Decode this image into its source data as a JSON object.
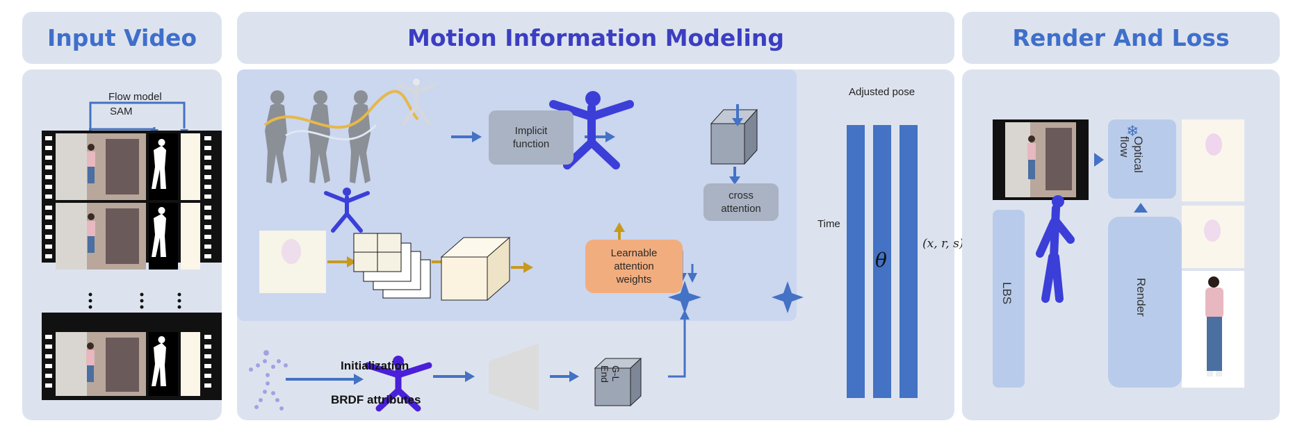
{
  "headers": {
    "input": "Input Video",
    "motion": "Motion Information Modeling",
    "render": "Render And Loss"
  },
  "input_panel": {
    "flow_model": "Flow model",
    "sam": "SAM"
  },
  "motion_panel": {
    "implicit_function": "Implicit\nfunction",
    "cross_attention": "cross\nattention",
    "learnable_weights": "Learnable\nattention\nweights",
    "initialization": "Initialization",
    "brdf": "BRDF attributes",
    "gl_end": "G-L\nEnd"
  },
  "middle": {
    "adjusted_pose": "Adjusted pose",
    "time": "Time",
    "theta": "θ",
    "params": "(x, r, s)"
  },
  "render_panel": {
    "optical_flow": "Optical\nflow",
    "lbs": "LBS",
    "render": "Render"
  },
  "colors": {
    "panel_bg": "#dde3ee",
    "subpanel_bg": "#cbd6ef",
    "accent_blue": "#4472c4",
    "arrow_gold": "#c79a1e",
    "orange_box": "#f2ad7e",
    "points_purple": "#4a3fe0"
  }
}
